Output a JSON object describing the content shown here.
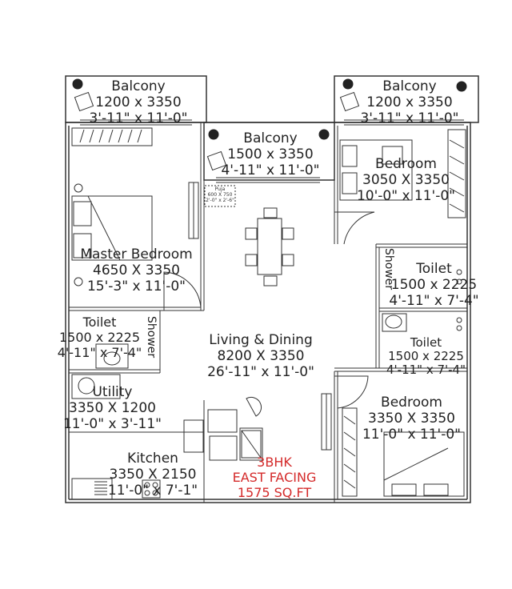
{
  "rooms": [
    {
      "id": "balcony-left",
      "name": "Balcony",
      "dims": "1200 x 3350",
      "imperial": "3'-11\" x 11'-0\""
    },
    {
      "id": "balcony-right",
      "name": "Balcony",
      "dims": "1200 x 3350",
      "imperial": "3'-11\" x 11'-0\""
    },
    {
      "id": "balcony-center",
      "name": "Balcony",
      "dims": "1500 x 3350",
      "imperial": "4'-11\" x 11'-0\""
    },
    {
      "id": "bedroom-top",
      "name": "Bedroom",
      "dims": "3050 X 3350",
      "imperial": "10'-0\" x 11'-0\""
    },
    {
      "id": "master-bedroom",
      "name": "Master Bedroom",
      "dims": "4650 X 3350",
      "imperial": "15'-3\" x 11'-0\""
    },
    {
      "id": "toilet-right-1",
      "name": "Toilet",
      "dims": "1500 x 2225",
      "imperial": "4'-11\" x 7'-4\""
    },
    {
      "id": "toilet-right-2",
      "name": "Toilet",
      "dims": "1500 x 2225",
      "imperial": "4'-11\" x 7'-4\""
    },
    {
      "id": "toilet-left",
      "name": "Toilet",
      "dims": "1500 x 2225",
      "imperial": "4'-11\" x 7'-4\""
    },
    {
      "id": "living-dining",
      "name": "Living & Dining",
      "dims": "8200 X 3350",
      "imperial": "26'-11\" x 11'-0\""
    },
    {
      "id": "utility",
      "name": "Utility",
      "dims": "3350 X 1200",
      "imperial": "11'-0\" x 3'-11\""
    },
    {
      "id": "bedroom-bottom",
      "name": "Bedroom",
      "dims": "3350 X 3350",
      "imperial": "11'-0\" x 11'-0\""
    },
    {
      "id": "kitchen",
      "name": "Kitchen",
      "dims": "3350 X 2150",
      "imperial": "11'-0\" x 7'-1\""
    }
  ],
  "fixtures": {
    "shower_label": "Shower",
    "puja_title": "Puja",
    "puja_dims": "600 X 750",
    "puja_imperial": "2'-0\" x 2'-6\""
  },
  "summary": {
    "type": "3BHK",
    "facing": "EAST FACING",
    "area": "1575 SQ.FT"
  },
  "colors": {
    "lines": "#333333",
    "summary": "#d42a2a"
  }
}
